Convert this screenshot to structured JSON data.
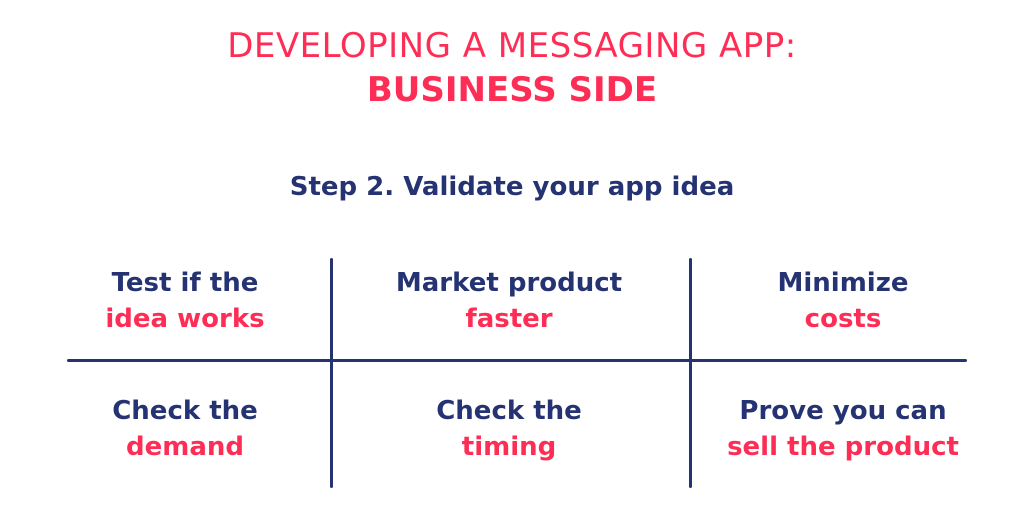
{
  "header": {
    "title_line1": "DEVELOPING A MESSAGING APP:",
    "title_line2": "BUSINESS SIDE"
  },
  "step_title": "Step 2. Validate your app idea",
  "colors": {
    "accent": "#fe2d55",
    "primary": "#253372",
    "background": "#ffffff"
  },
  "grid": {
    "cells": [
      {
        "line1": "Test if the",
        "line2": "idea works"
      },
      {
        "line1": "Market product",
        "line2": "faster"
      },
      {
        "line1": "Minimize",
        "line2": "costs"
      },
      {
        "line1": "Check the",
        "line2": "demand"
      },
      {
        "line1": "Check the",
        "line2": "timing"
      },
      {
        "line1": "Prove you can",
        "line2": "sell the product"
      }
    ]
  }
}
